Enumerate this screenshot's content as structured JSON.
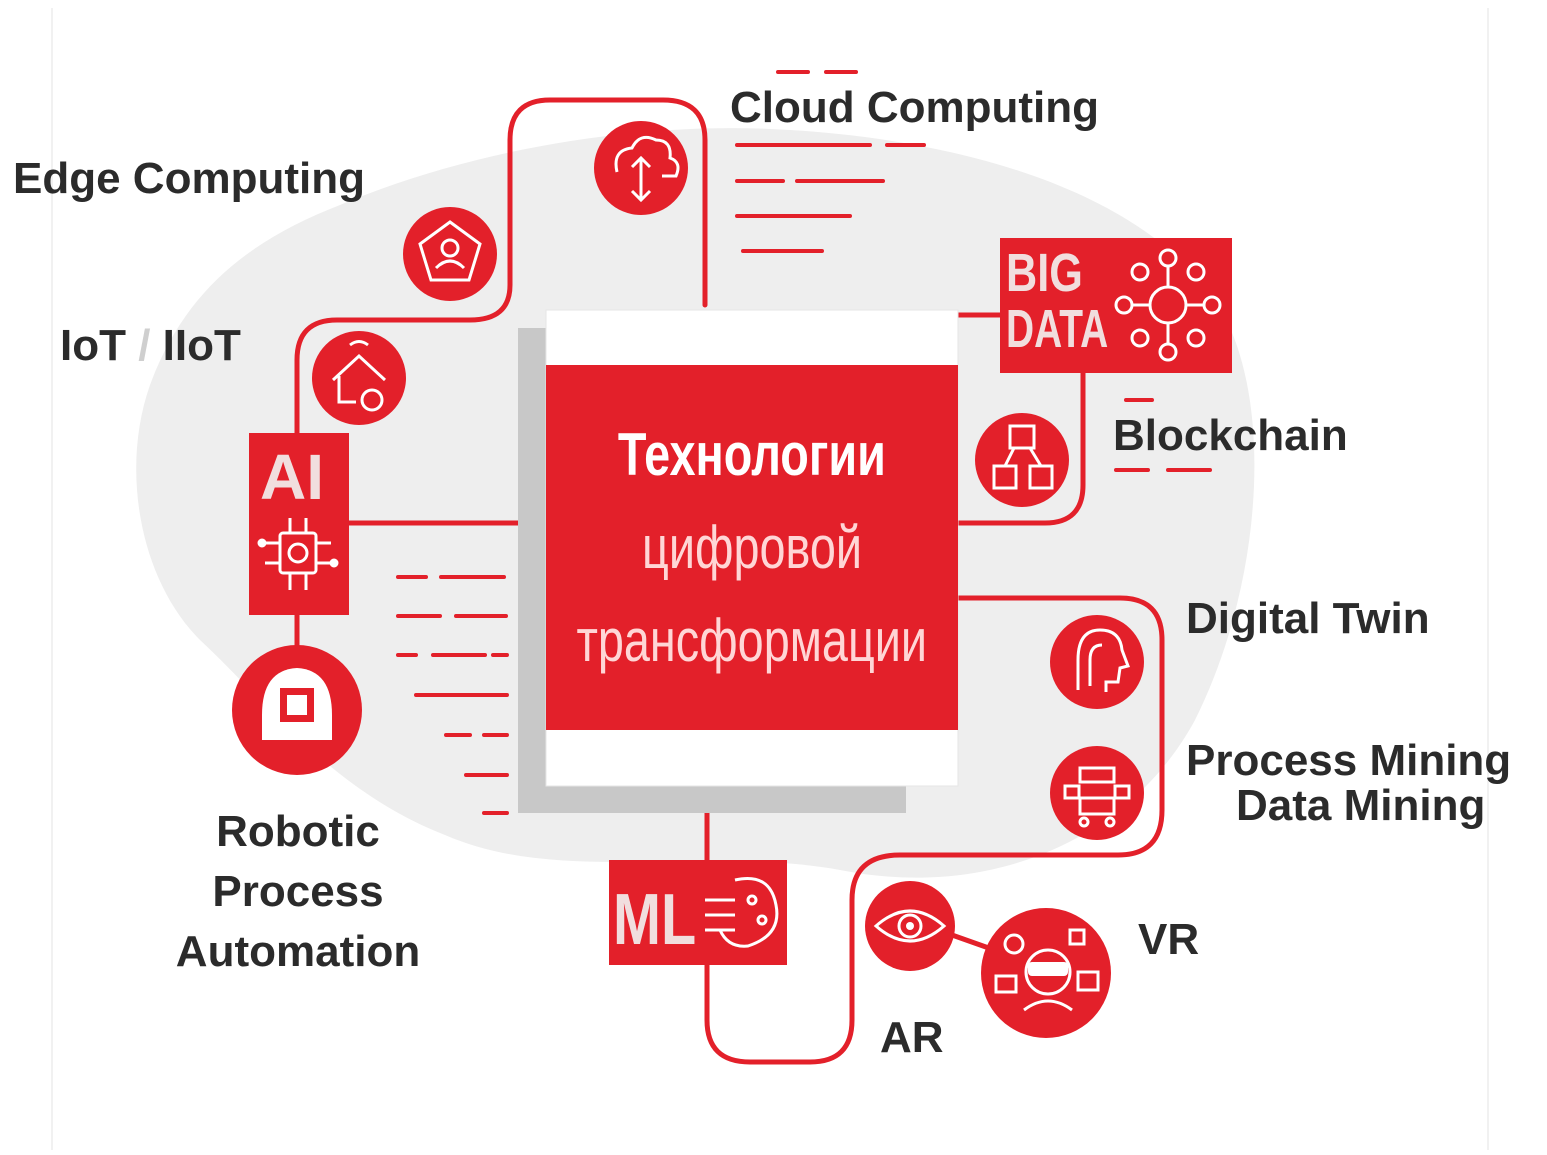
{
  "accent_color": "#e3202a",
  "background_blob_color": "#eeeeee",
  "center": {
    "title": "Технологии",
    "line2": "цифровой",
    "line3": "трансформации"
  },
  "badges": {
    "ai": "AI",
    "big_data_line1": "BIG",
    "big_data_line2": "DATA",
    "ml": "ML"
  },
  "labels": {
    "cloud_computing": "Cloud Computing",
    "edge_computing": "Edge Computing",
    "iot_left": "IoT",
    "iot_sep": " / ",
    "iot_right": "IIoT",
    "blockchain": "Blockchain",
    "digital_twin": "Digital Twin",
    "process_mining": "Process Mining",
    "data_mining": "Data Mining",
    "vr": "VR",
    "ar": "AR",
    "rpa_line1": "Robotic",
    "rpa_line2": "Process",
    "rpa_line3": "Automation"
  },
  "icons": [
    "cloud-sync-icon",
    "network-user-icon",
    "smart-home-icon",
    "ai-chip-icon",
    "robot-head-icon",
    "big-data-network-icon",
    "blockchain-cubes-icon",
    "digital-twin-head-icon",
    "data-mining-icon",
    "ml-brain-icon",
    "ar-eye-icon",
    "vr-headset-icon"
  ]
}
